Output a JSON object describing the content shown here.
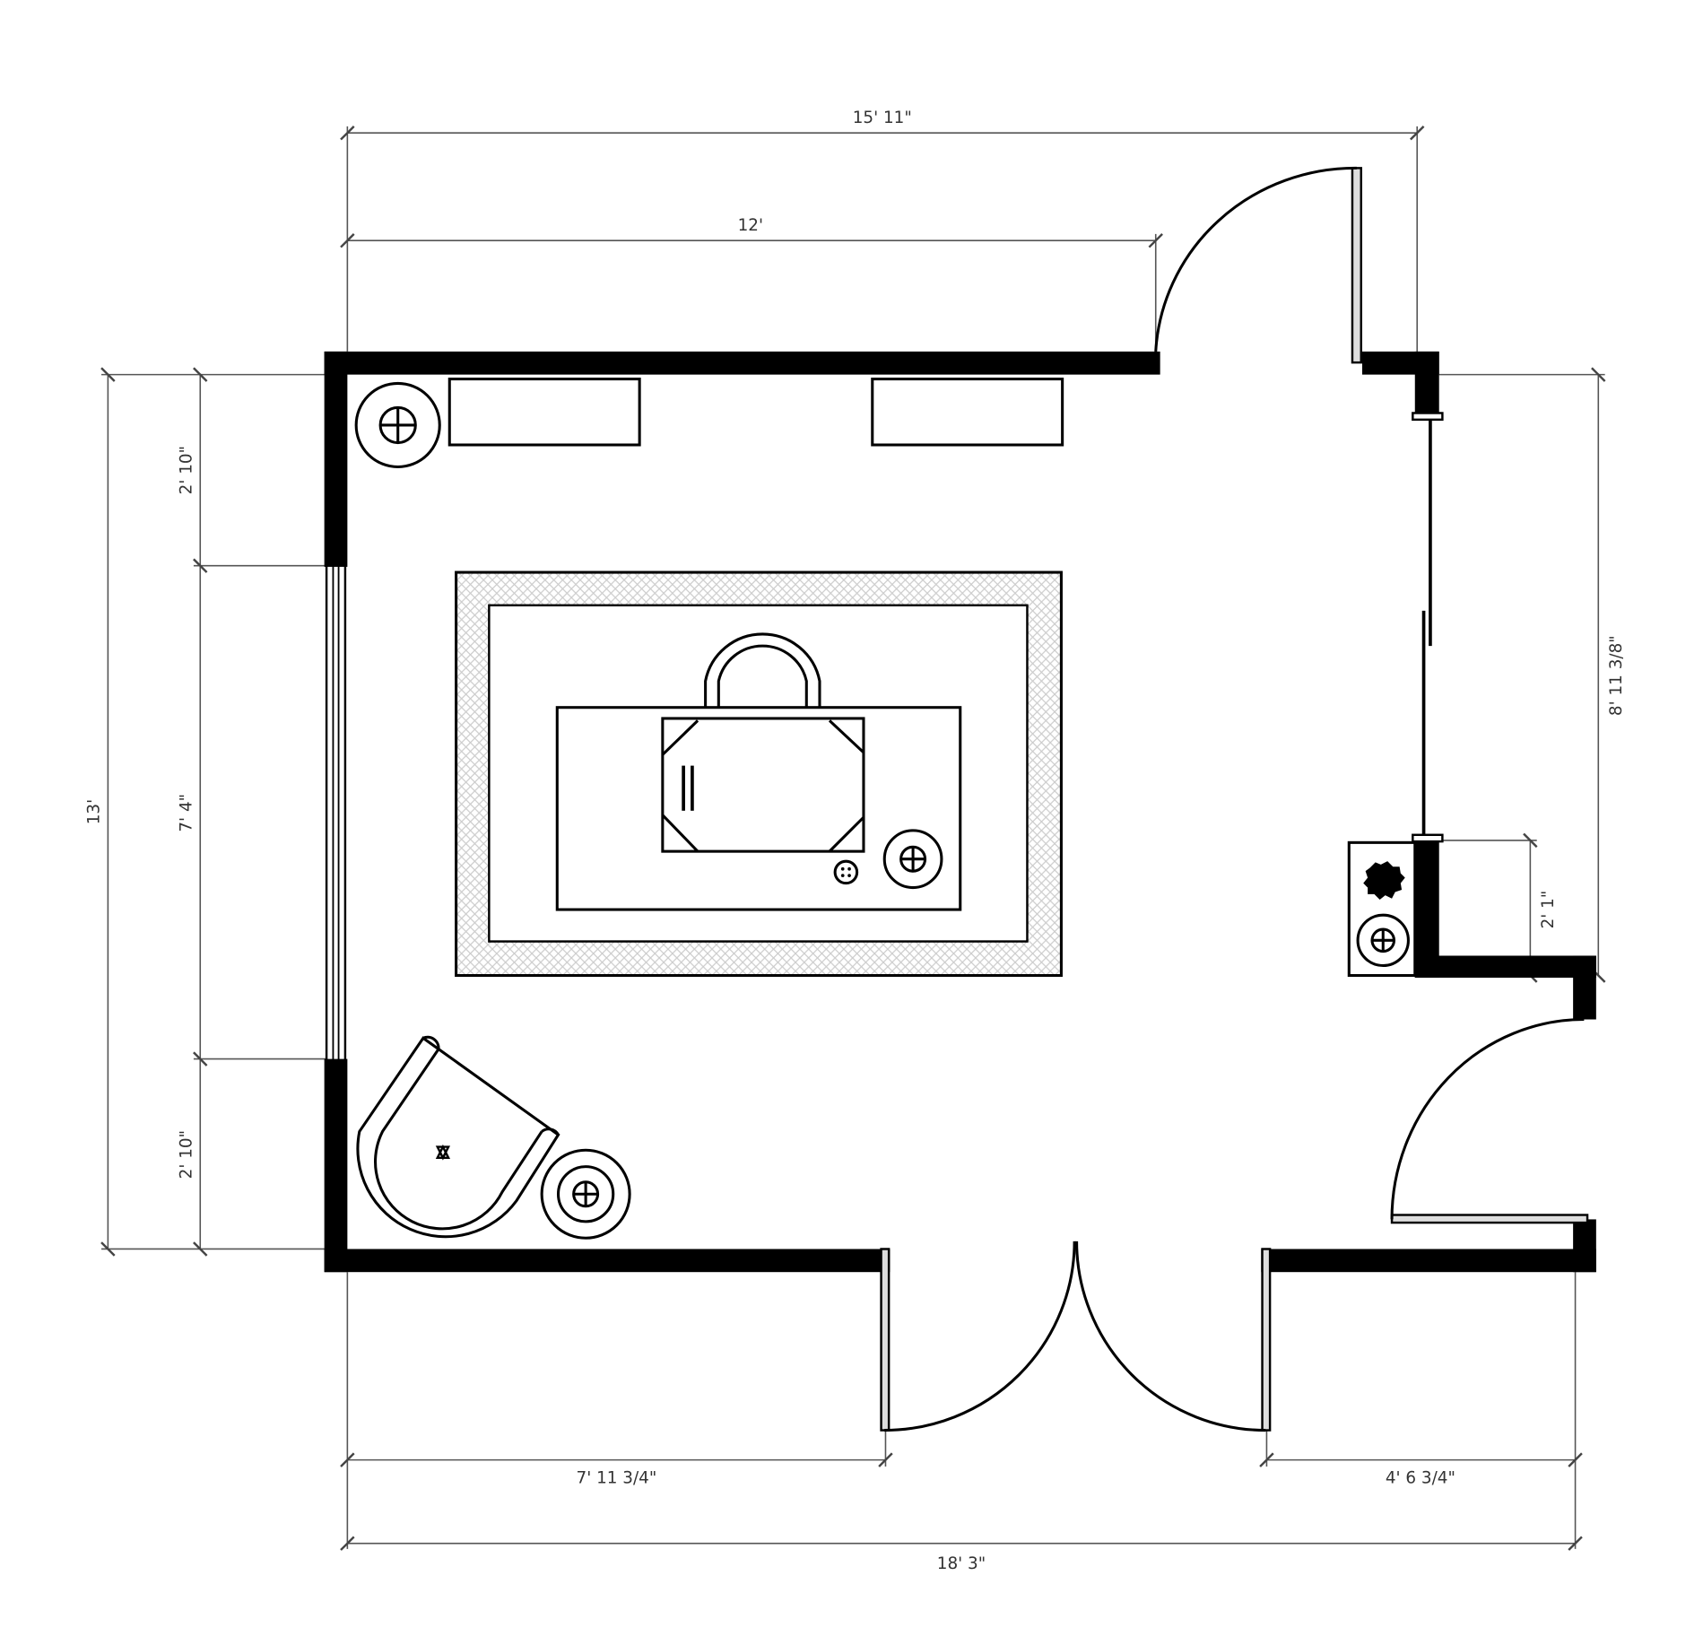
{
  "plan": {
    "dimensions": {
      "top_overall": "15' 11\"",
      "top_partial": "12'",
      "left_overall": "13'",
      "left_upper": "2' 10\"",
      "left_window": "7' 4\"",
      "left_lower": "2' 10\"",
      "right_upper": "8' 11 3/8\"",
      "right_niche": "2' 1\"",
      "bottom_left": "7' 11 3/4\"",
      "bottom_right": "4' 6 3/4\"",
      "bottom_overall": "18' 3\""
    },
    "colors": {
      "wall": "#000000",
      "dimension": "#555555",
      "rug_hatch": "#cccccc"
    }
  }
}
